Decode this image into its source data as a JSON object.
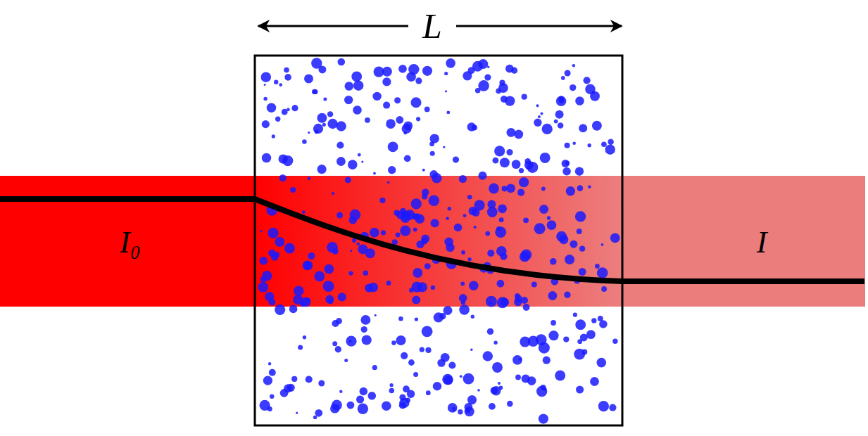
{
  "diagram": {
    "labels": [
      "L",
      "I₀",
      "I"
    ]
  }
}
